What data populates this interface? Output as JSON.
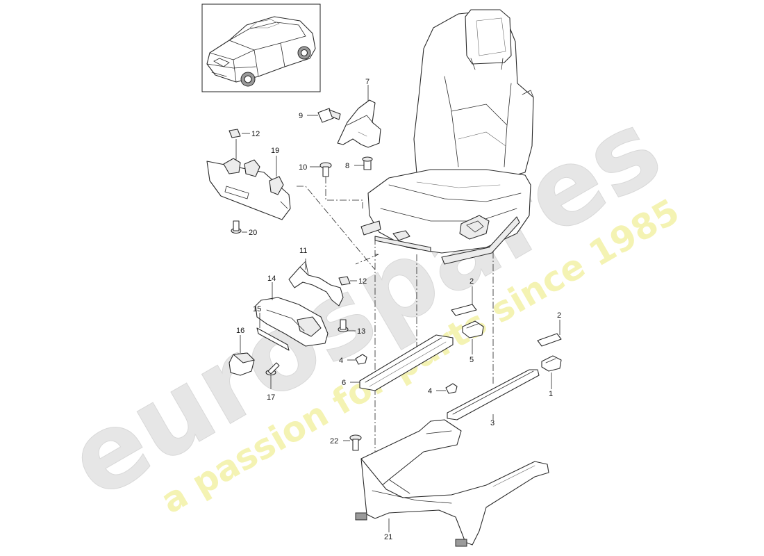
{
  "watermark": {
    "brand": "eurospares",
    "tagline": "a passion for parts since 1985",
    "brand_color": "#e6e6e6",
    "tagline_color": "#f2f0a0"
  },
  "callouts": {
    "c1": "1",
    "c2a": "2",
    "c2b": "2",
    "c3": "3",
    "c4a": "4",
    "c4b": "4",
    "c5": "5",
    "c6": "6",
    "c7": "7",
    "c8": "8",
    "c9": "9",
    "c10": "10",
    "c11": "11",
    "c12a": "12",
    "c12b": "12",
    "c13": "13",
    "c14": "14",
    "c15": "15",
    "c16": "16",
    "c17": "17",
    "c19": "19",
    "c20": "20",
    "c21": "21",
    "c22": "22"
  },
  "colors": {
    "line": "#2a2a2a",
    "background": "#ffffff"
  }
}
